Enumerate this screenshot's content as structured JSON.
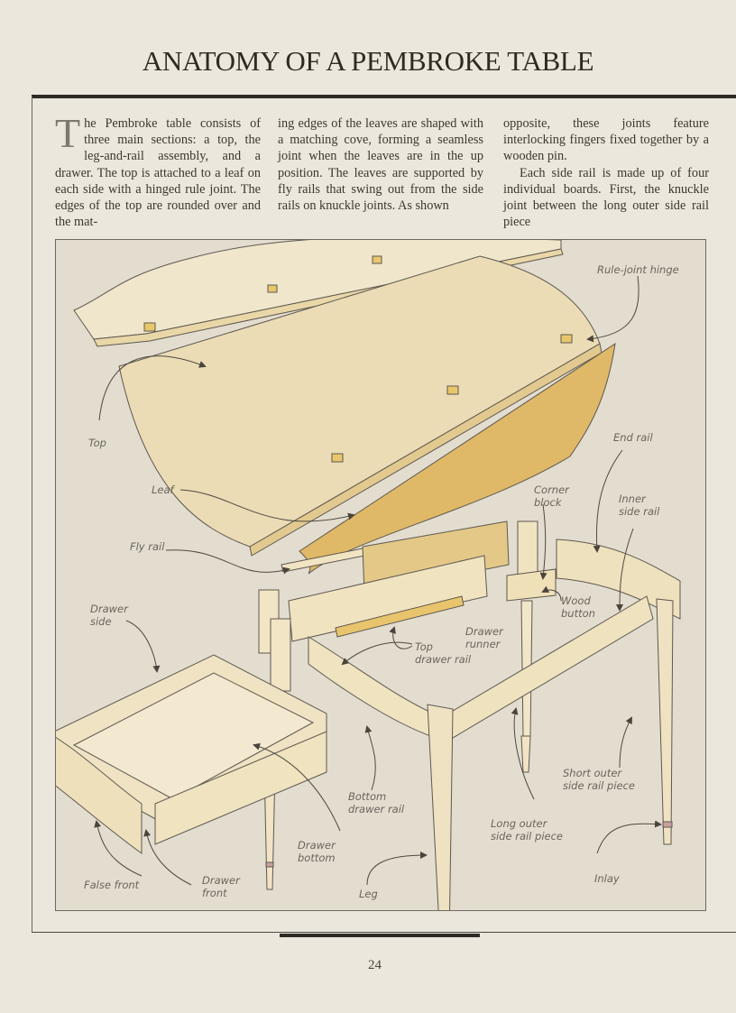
{
  "page": {
    "title": "ANATOMY OF A PEMBROKE TABLE",
    "page_number": "24"
  },
  "body_text": {
    "column1": {
      "drop_cap": "T",
      "paragraph": "he Pembroke table consists of three main sections: a top, the leg-and-rail assembly, and a drawer. The top is attached to a leaf on each side with a hinged rule joint. The edges of the top are rounded over and the mat-"
    },
    "column2": {
      "paragraph": "ing edges of the leaves are shaped with a matching cove, forming a seamless joint when the leaves are in the up position. The leaves are supported by fly rails that swing out from the side rails on knuckle joints. As shown"
    },
    "column3": {
      "paragraph1": "opposite, these joints feature interlocking fingers fixed together by a wooden pin.",
      "paragraph2": "Each side rail is made up of four individual boards. First, the knuckle joint between the long outer side rail piece"
    }
  },
  "diagram": {
    "labels": [
      {
        "id": "rule-joint-hinge",
        "text": "Rule-joint hinge"
      },
      {
        "id": "top",
        "text": "Top"
      },
      {
        "id": "end-rail",
        "text": "End rail"
      },
      {
        "id": "leaf",
        "text": "Leaf"
      },
      {
        "id": "corner-block",
        "text": "Corner\nblock"
      },
      {
        "id": "inner-side-rail",
        "text": "Inner\nside rail"
      },
      {
        "id": "fly-rail",
        "text": "Fly rail"
      },
      {
        "id": "wood-button",
        "text": "Wood\nbutton"
      },
      {
        "id": "drawer-side",
        "text": "Drawer\nside"
      },
      {
        "id": "drawer-runner",
        "text": "Drawer\nrunner"
      },
      {
        "id": "top-drawer-rail",
        "text": "Top\ndrawer rail"
      },
      {
        "id": "short-outer-side-rail-piece",
        "text": "Short outer\nside rail piece"
      },
      {
        "id": "bottom-drawer-rail",
        "text": "Bottom\ndrawer rail"
      },
      {
        "id": "long-outer-side-rail-piece",
        "text": "Long outer\nside rail piece"
      },
      {
        "id": "drawer-bottom",
        "text": "Drawer\nbottom"
      },
      {
        "id": "inlay",
        "text": "Inlay"
      },
      {
        "id": "false-front",
        "text": "False front"
      },
      {
        "id": "drawer-front",
        "text": "Drawer\nfront"
      },
      {
        "id": "leg",
        "text": "Leg"
      }
    ],
    "colors": {
      "wood_light": "#efe2bf",
      "wood_mid": "#e6cc8e",
      "wood_dark": "#d9b46a",
      "line": "#5e5850",
      "inlay": "#c9a0a0"
    }
  }
}
